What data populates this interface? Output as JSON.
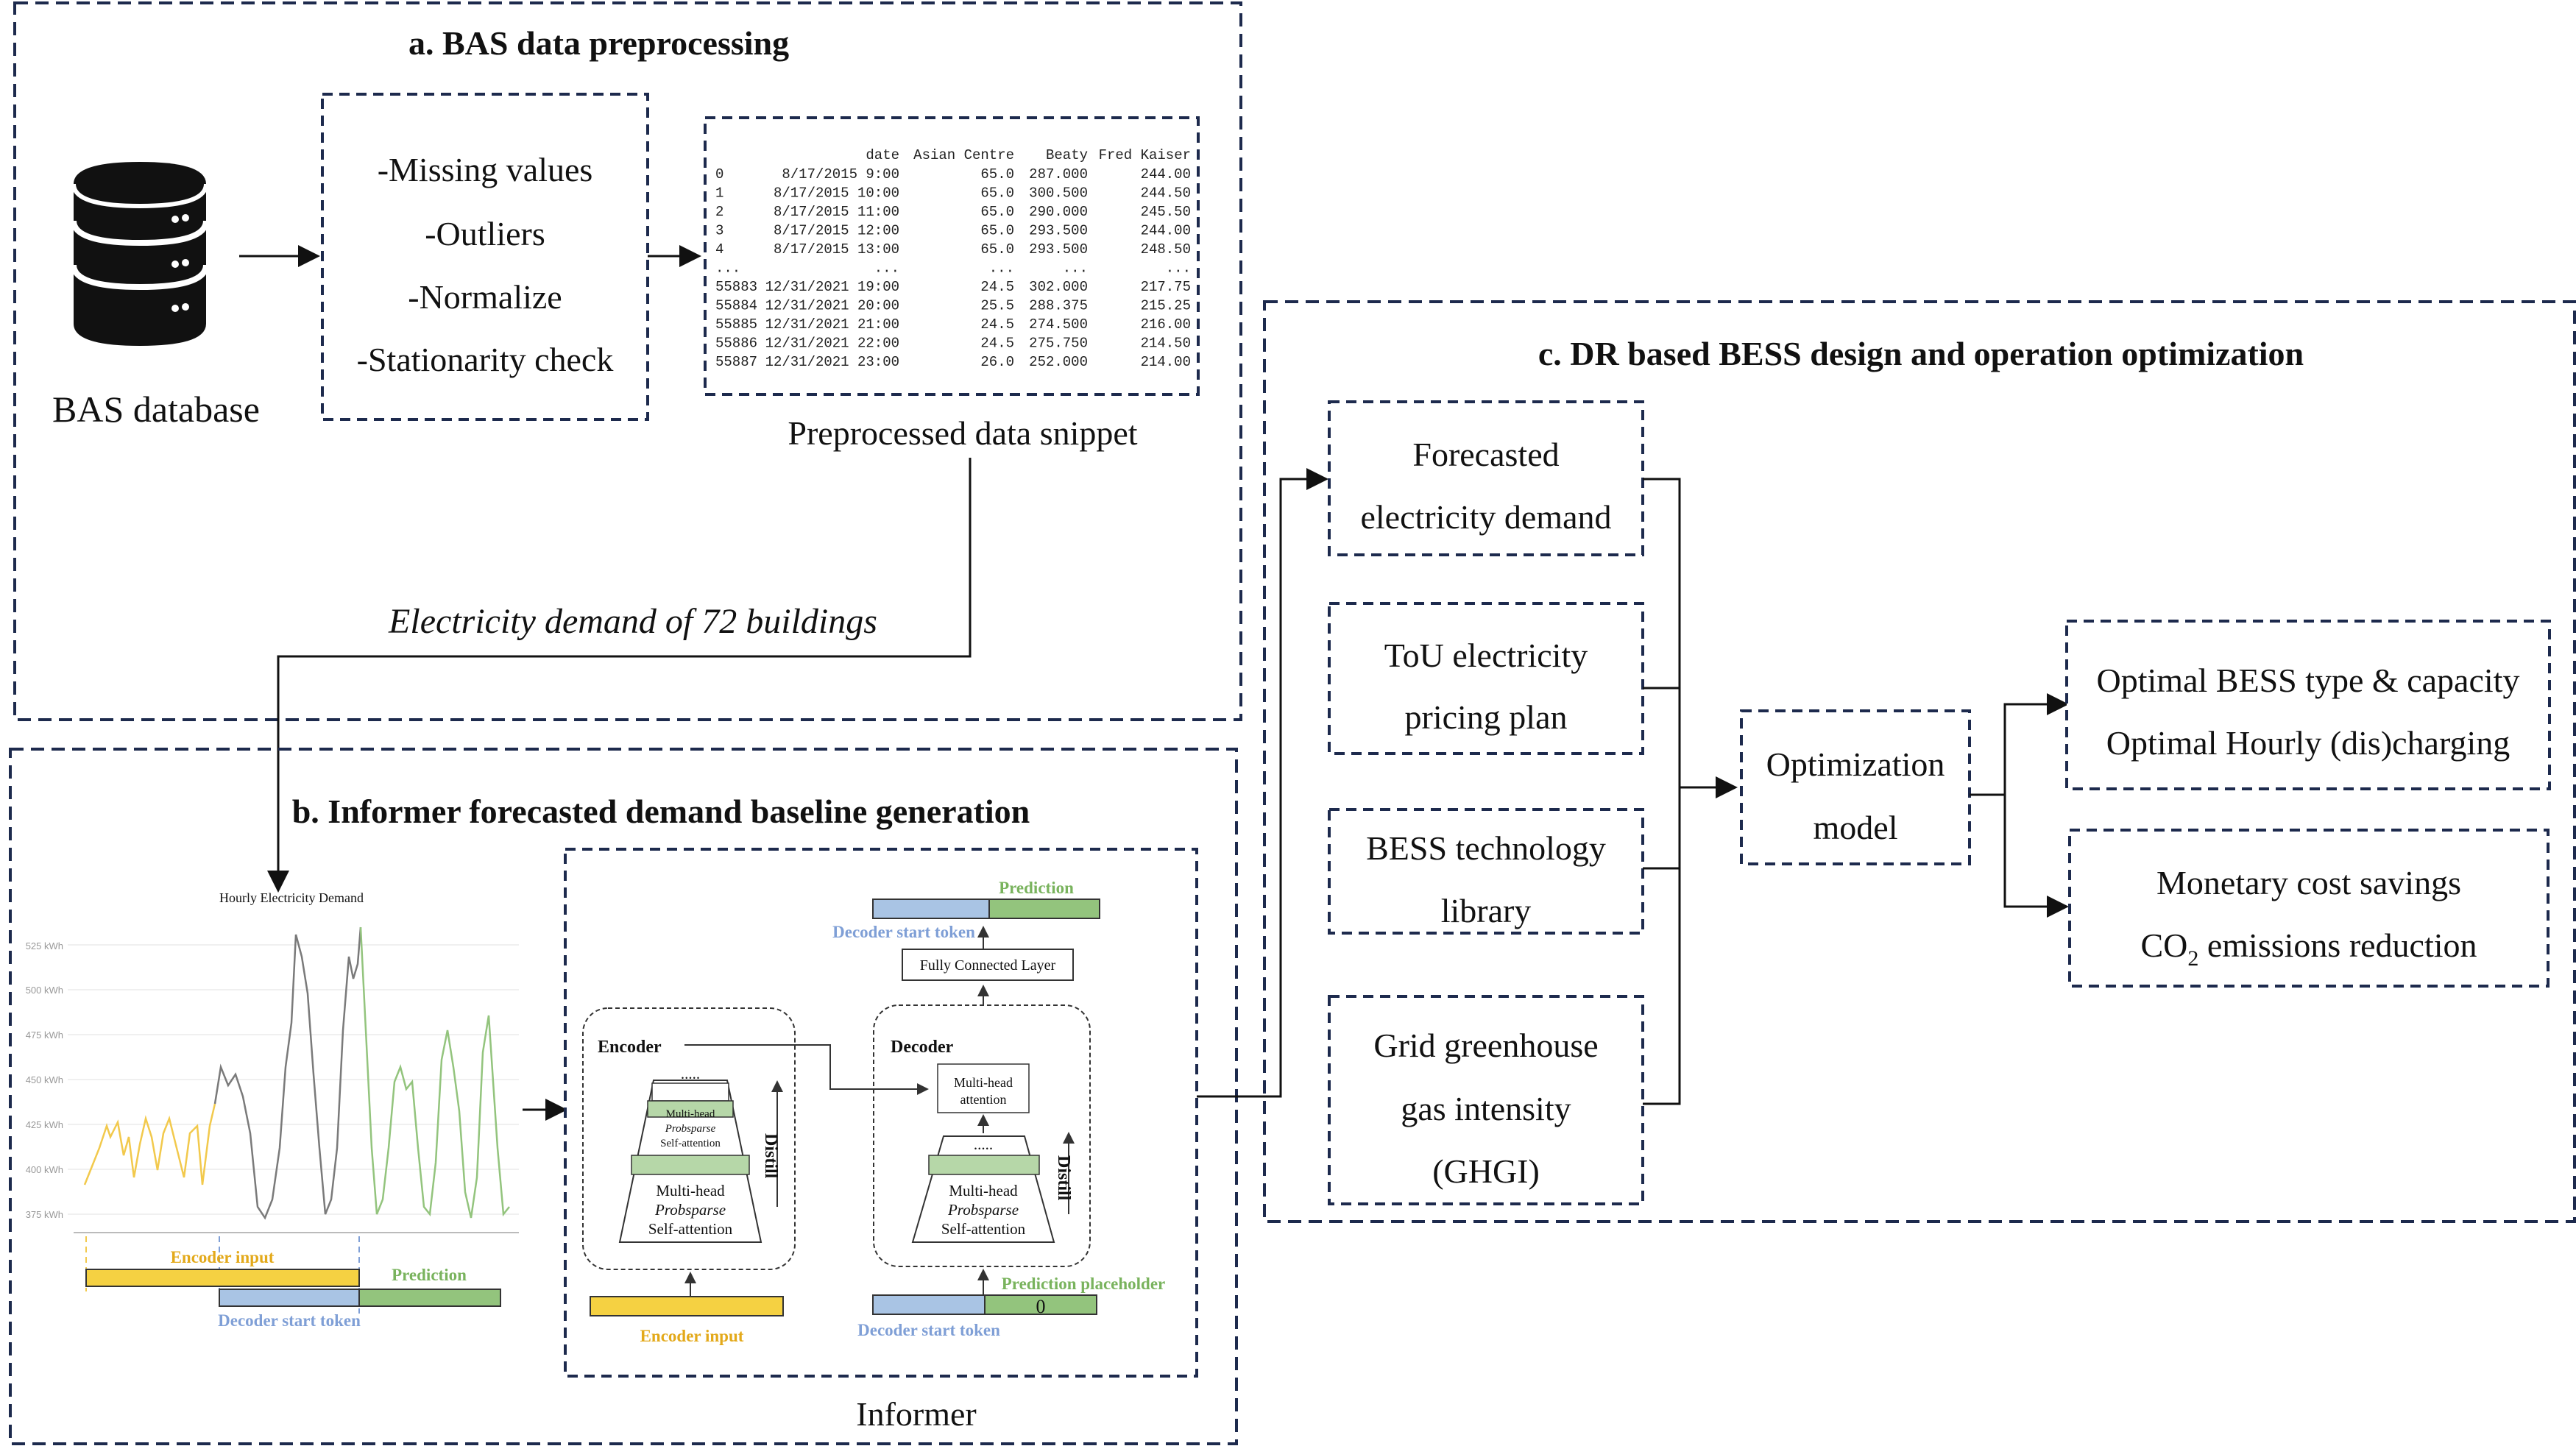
{
  "colors": {
    "border": "#1d2a4d",
    "encoder": "#f5d142",
    "decoder": "#a9c4e4",
    "prediction": "#93c47d",
    "encoder_text": "#e3a91a",
    "decoder_text": "#7f9fd6",
    "prediction_text": "#79b35d"
  },
  "section_a": {
    "title": "a. BAS data preprocessing",
    "database_label": "BAS database",
    "steps": [
      "-Missing values",
      "-Outliers",
      "-Normalize",
      "-Stationarity check"
    ],
    "snippet_caption": "Preprocessed data snippet",
    "snippet": {
      "header": [
        "date",
        "Asian Centre",
        "Beaty",
        "Fred Kaiser"
      ],
      "rows": [
        [
          "0",
          "8/17/2015 9:00",
          "65.0",
          "287.000",
          "244.00"
        ],
        [
          "1",
          "8/17/2015 10:00",
          "65.0",
          "300.500",
          "244.50"
        ],
        [
          "2",
          "8/17/2015 11:00",
          "65.0",
          "290.000",
          "245.50"
        ],
        [
          "3",
          "8/17/2015 12:00",
          "65.0",
          "293.500",
          "244.00"
        ],
        [
          "4",
          "8/17/2015 13:00",
          "65.0",
          "293.500",
          "248.50"
        ],
        [
          "...",
          "...",
          "...",
          "...",
          "..."
        ],
        [
          "55883",
          "12/31/2021 19:00",
          "24.5",
          "302.000",
          "217.75"
        ],
        [
          "55884",
          "12/31/2021 20:00",
          "25.5",
          "288.375",
          "215.25"
        ],
        [
          "55885",
          "12/31/2021 21:00",
          "24.5",
          "274.500",
          "216.00"
        ],
        [
          "55886",
          "12/31/2021 22:00",
          "24.5",
          "275.750",
          "214.50"
        ],
        [
          "55887",
          "12/31/2021 23:00",
          "26.0",
          "252.000",
          "214.00"
        ]
      ]
    },
    "flow_label": "Electricity demand of 72 buildings"
  },
  "section_b": {
    "title": "b. Informer forecasted demand  baseline generation",
    "chart_title": "Hourly Electricity Demand",
    "y_ticks": [
      "525 kWh",
      "500 kWh",
      "475 kWh",
      "450 kWh",
      "425 kWh",
      "400 kWh",
      "375 kWh"
    ],
    "timeline": {
      "encoder_input": "Encoder input",
      "prediction": "Prediction",
      "decoder_start_token": "Decoder start token"
    },
    "informer_caption": "Informer",
    "encoder": {
      "title": "Encoder",
      "dots": ".....",
      "mh_top": [
        "Multi-head",
        "Probsparse",
        "Self-attention"
      ],
      "mh_bottom": [
        "Multi-head",
        "Probsparse",
        "Self-attention"
      ],
      "distill": "Distill",
      "input_label": "Encoder input"
    },
    "decoder": {
      "title": "Decoder",
      "mh_attention": [
        "Multi-head",
        "attention"
      ],
      "dots": ".....",
      "mh_bottom": [
        "Multi-head",
        "Probsparse",
        "Self-attention"
      ],
      "distill": "Distill",
      "placeholder_label": "Prediction placeholder",
      "zero": "0",
      "start_token_label": "Decoder start token"
    },
    "fc_layer": "Fully Connected Layer",
    "output": {
      "prediction": "Prediction",
      "start_token": "Decoder start token"
    }
  },
  "section_c": {
    "title": "c. DR based BESS design and operation optimization",
    "inputs": [
      [
        "Forecasted",
        "electricity demand"
      ],
      [
        "ToU electricity",
        "pricing plan"
      ],
      [
        "BESS technology",
        "library"
      ],
      [
        "Grid greenhouse",
        "gas intensity",
        "(GHGI)"
      ]
    ],
    "model": [
      "Optimization",
      "model"
    ],
    "outputs": [
      [
        "Optimal BESS type & capacity",
        "Optimal Hourly (dis)charging"
      ],
      [
        "Monetary cost savings",
        "CO",
        "2",
        " emissions reduction"
      ]
    ]
  }
}
